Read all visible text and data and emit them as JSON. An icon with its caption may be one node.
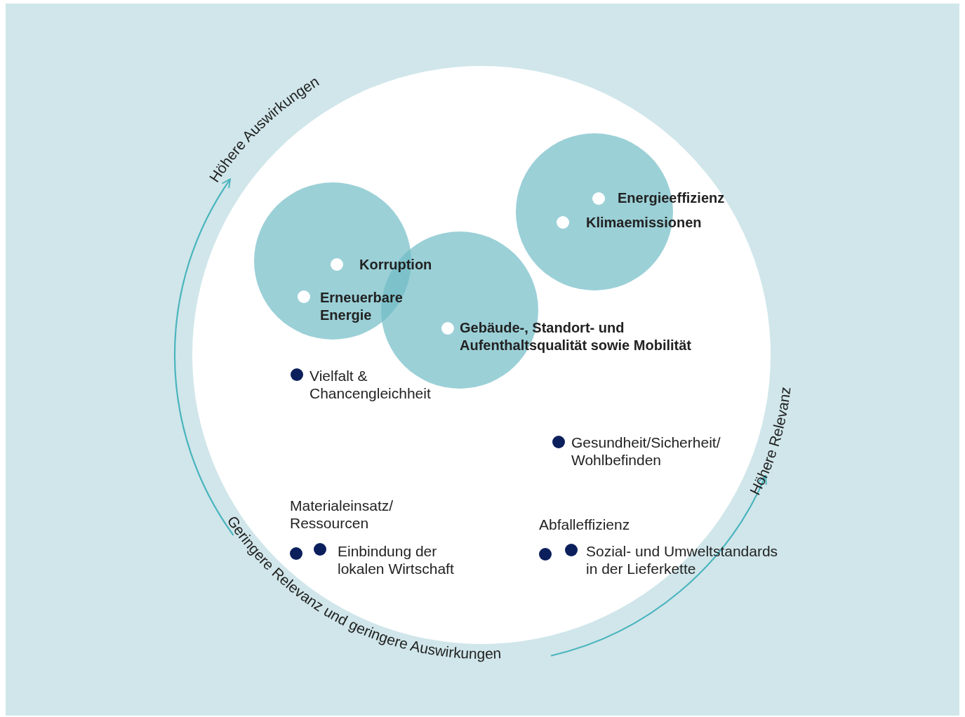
{
  "diagram": {
    "nodes": [
      {
        "text": [
          "Energieeffizienz",
          "Klimaemissionen"
        ]
      },
      {
        "text": [
          "Korruption",
          "Erneuerbare Energie"
        ]
      },
      {
        "text": [
          "Gebäude-, Standort- und Aufenthaltsqualität sowie Mobilität"
        ]
      }
    ],
    "edges": [],
    "labels": [
      "Höhere Auswirkungen",
      "Vielfalt & Chancengleichheit",
      "Höhere Relevanz",
      "Gesundheit/Sicherheit/ Wohlbefinden",
      "Materialeinsatz/ Ressourcen",
      "Abfalleffizienz",
      "Einbindung der lokalen Wirtschaft",
      "Sozial- und Umweltstandards in der Lieferkette",
      "Geringere Relevanz und geringere Auswirkungen"
    ]
  }
}
